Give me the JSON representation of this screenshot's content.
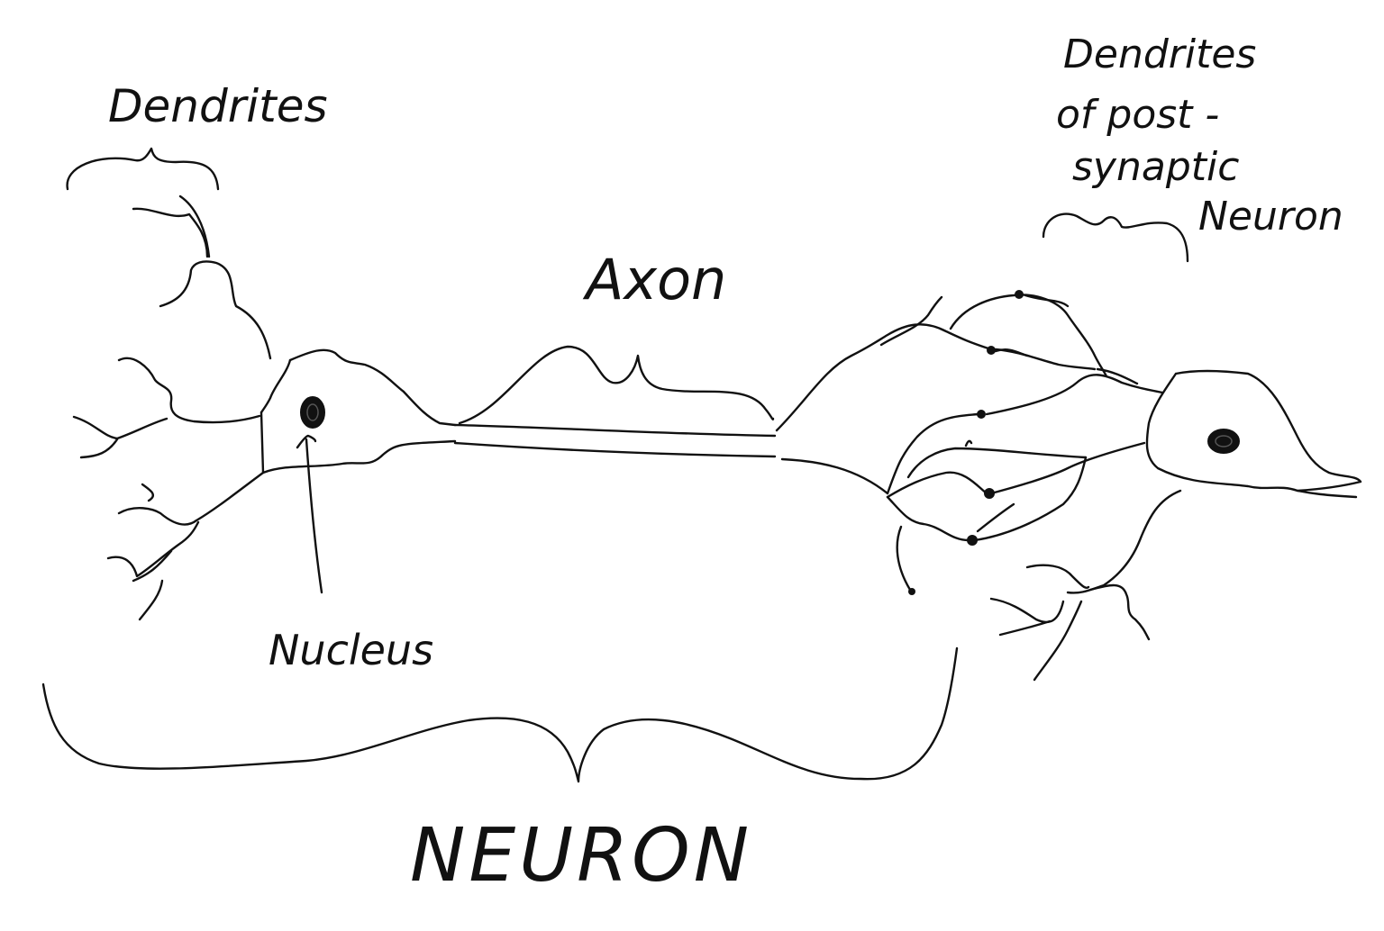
{
  "labels": {
    "dendrites": "Dendrites",
    "axon": "Axon",
    "nucleus": "Nucleus",
    "post_line1": "Dendrites",
    "post_line2": "of post -",
    "post_line3": "synaptic",
    "post_line4": "Neuron",
    "neuron": "NEURON"
  },
  "colors": {
    "ink": "#111111",
    "paper": "#ffffff"
  }
}
